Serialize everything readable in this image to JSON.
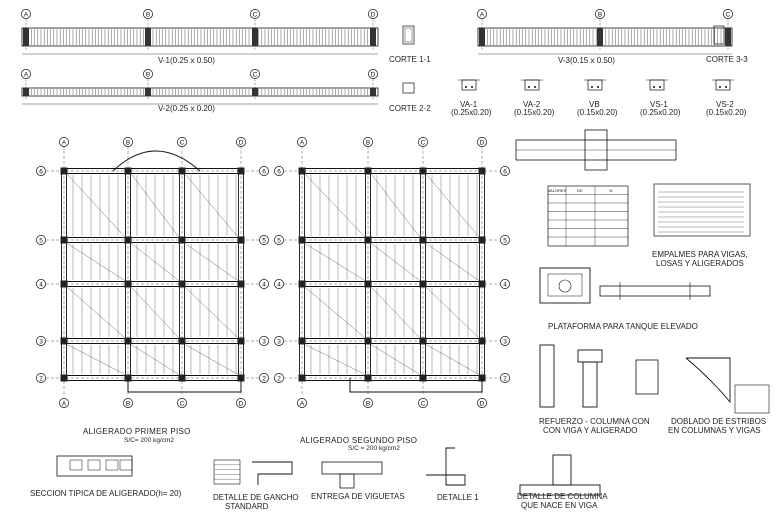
{
  "grid_letters": [
    "A",
    "B",
    "C",
    "D"
  ],
  "grid_numbers": [
    "6",
    "5",
    "4",
    "3",
    "2"
  ],
  "beams": {
    "v1": "V-1(0.25 x 0.50)",
    "v2": "V-2(0.25 x 0.20)",
    "v3": "V-3(0.15 x 0.50)"
  },
  "cortes": {
    "c11": "CORTE 1-1",
    "c22": "CORTE 2-2",
    "c33": "CORTE 3-3"
  },
  "sections": [
    {
      "name": "VA-1",
      "dim": "(0.25x0.20)"
    },
    {
      "name": "VA-2",
      "dim": "(0.15x0.20)"
    },
    {
      "name": "VB",
      "dim": "(0.15x0.20)"
    },
    {
      "name": "VS-1",
      "dim": "(0.25x0.20)"
    },
    {
      "name": "VS-2",
      "dim": "(0.15x0.20)"
    }
  ],
  "plans": {
    "first_title": "ALIGERADO PRIMER PISO",
    "first_load": "S/C= 200 kg/cm2",
    "second_title": "ALIGERADO SEGUNDO PISO",
    "second_load": "S/C = 200 kg/cm2"
  },
  "details": {
    "empalmes": [
      "EMPALMES PARA VIGAS,",
      "LOSAS Y ALIGERADOS"
    ],
    "plataforma": "PLATAFORMA PARA TANQUE ELEVADO",
    "refuerzo": [
      "REFUERZO - COLUMNA CON",
      "CON VIGA Y ALIGERADO"
    ],
    "doblado": [
      "DOBLADO DE ESTRIBOS",
      "EN COLUMNAS Y VIGAS"
    ],
    "seccion": "SECCION TIPICA DE ALIGERADO(h= 20)",
    "gancho": [
      "DETALLE DE GANCHO",
      "STANDARD"
    ],
    "entrega": "ENTREGA DE VIGUETAS",
    "detalle1": "DETALLE 1",
    "columna": [
      "DETALLE DE COLUMNA",
      "QUE NACE EN VIGA"
    ]
  },
  "table_header": [
    "VALORES",
    "DE",
    "N"
  ]
}
